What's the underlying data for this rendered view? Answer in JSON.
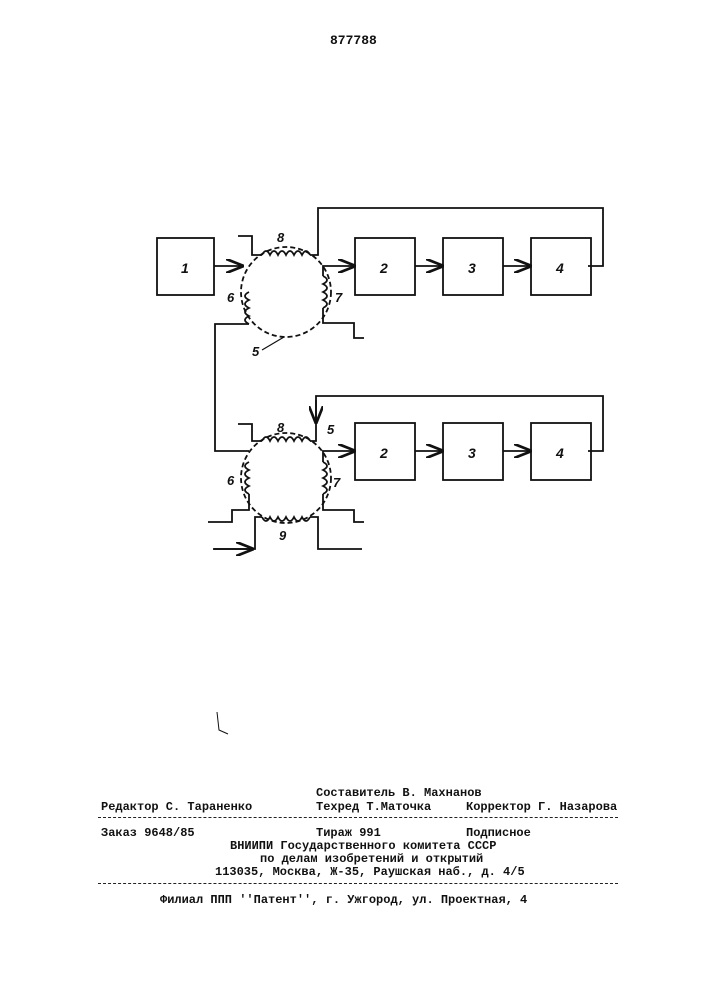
{
  "patent_number": "877788",
  "diagram": {
    "block_1": "1",
    "block_2": "2",
    "block_3": "3",
    "block_4": "4",
    "ring_label": "5",
    "coil_6": "6",
    "coil_7": "7",
    "coil_8": "8",
    "coil_9": "9"
  },
  "footer": {
    "compiler": "Составитель В. Махнанов",
    "editor": "Редактор С. Тараненко",
    "techred": "Техред Т.Маточка",
    "corrector": "Корректор Г. Назарова",
    "order": "Заказ 9648/85",
    "tirazh": "Тираж 991",
    "subscription": "Подписное",
    "org_line1": "ВНИИПИ Государственного комитета СССР",
    "org_line2": "по делам изобретений и открытий",
    "address": "113035, Москва, Ж-35, Раушская наб., д. 4/5",
    "branch": "Филиал ППП ''Патент'', г. Ужгород, ул. Проектная, 4"
  }
}
